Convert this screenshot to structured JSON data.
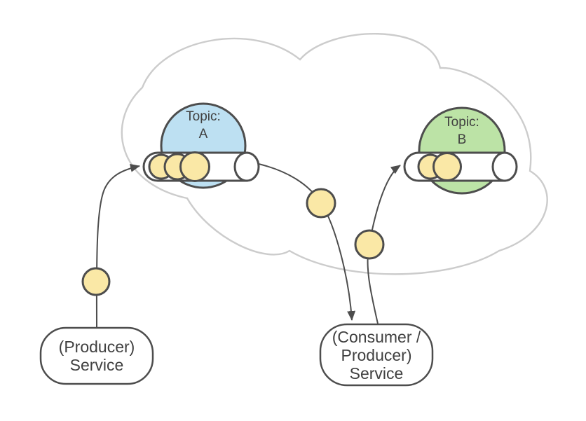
{
  "colors": {
    "stroke_dark": "#4D4D4D",
    "cloud_stroke": "#CCCCCC",
    "topic_a_fill": "#BDE0F2",
    "topic_b_fill": "#BCE3A6",
    "message_fill": "#FAE8A6",
    "shape_fill": "#FFFFFF",
    "text": "#404040"
  },
  "topics": {
    "a": {
      "line1": "Topic:",
      "line2": "A"
    },
    "b": {
      "line1": "Topic:",
      "line2": "B"
    }
  },
  "services": {
    "producer": {
      "line1": "(Producer)",
      "line2": "Service"
    },
    "consumer": {
      "line1": "(Consumer /",
      "line2": "Producer)",
      "line3": "Service"
    }
  }
}
